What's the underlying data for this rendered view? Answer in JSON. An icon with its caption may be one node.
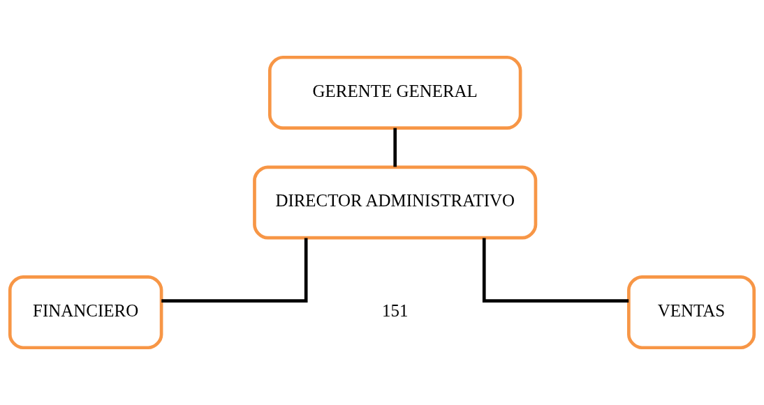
{
  "diagram": {
    "nodes": [
      {
        "text": [
          "GERENTE GENERAL"
        ]
      },
      {
        "text": [
          "DIRECTOR ADMINISTRATIVO"
        ]
      },
      {
        "text": [
          "FINANCIERO"
        ]
      },
      {
        "text": [
          "VENTAS"
        ]
      }
    ],
    "edges": [
      {
        "from": 0,
        "to": 1,
        "arrow": "none"
      },
      {
        "from": 1,
        "to": 2,
        "arrow": "none"
      },
      {
        "from": 1,
        "to": 3,
        "arrow": "none"
      }
    ],
    "labels": [
      "151"
    ]
  }
}
